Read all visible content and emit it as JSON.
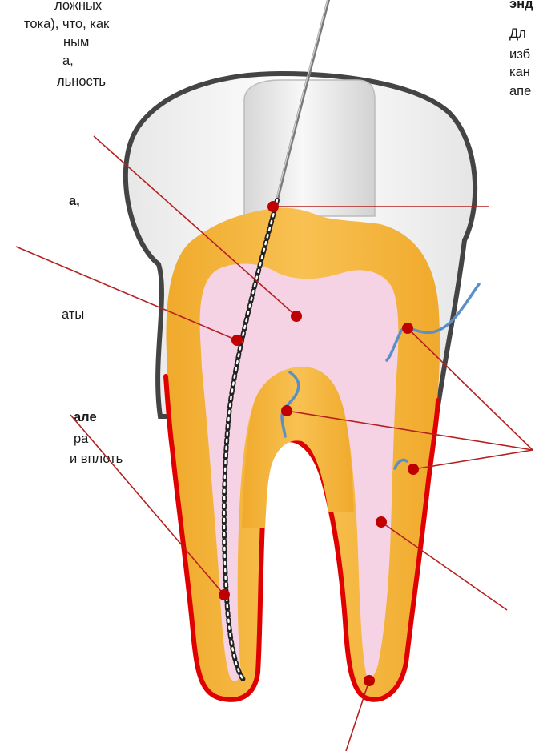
{
  "texts": {
    "top_left": [
      "ложных",
      "тока), что, как",
      "ным",
      "а,",
      "льность"
    ],
    "mid_left_bold": "а,",
    "mid_left": "аты",
    "low_left_bold": "але",
    "low_left": [
      "ра",
      "и вплоть"
    ],
    "top_right_bold": "энд",
    "top_right": [
      "Дл",
      "изб",
      "кан",
      "апе"
    ]
  },
  "colors": {
    "enamel_outline": "#444444",
    "enamel_fill": "#f4f4f4",
    "dentin": "#f6b73c",
    "pulp": "#f6d3e4",
    "root_outline": "#e00000",
    "leader_line": "#b52020",
    "marker": "#c00000",
    "canal_accessory": "#5b8fc7"
  }
}
